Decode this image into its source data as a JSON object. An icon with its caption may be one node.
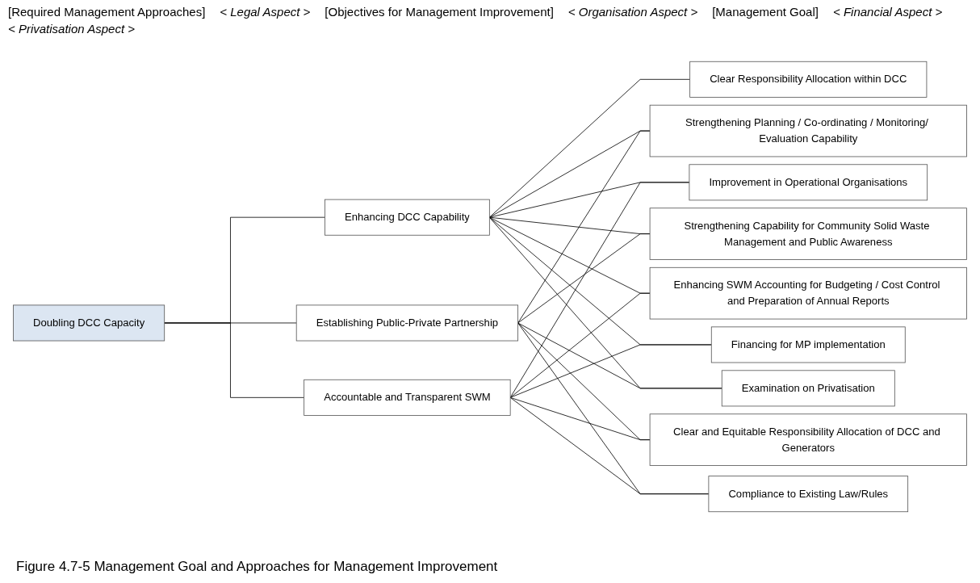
{
  "diagram": {
    "caption": "Figure 4.7-5 Management Goal and Approaches for Management Improvement",
    "nodes": [
      {
        "text": [
          "Doubling DCC Capacity"
        ]
      },
      {
        "text": [
          "Enhancing DCC Capability"
        ]
      },
      {
        "text": [
          "Establishing Public-Private Partnership"
        ]
      },
      {
        "text": [
          "Accountable and Transparent SWM"
        ]
      },
      {
        "text": [
          "Clear and Equitable Responsibility Allocation of DCC and Generators"
        ]
      },
      {
        "text": [
          "Compliance to Existing Law/Rules"
        ]
      },
      {
        "text": [
          "Clear Responsibility Allocation within DCC"
        ]
      },
      {
        "text": [
          "Strengthening Planning / Co-ordinating / Monitoring/ Evaluation Capability"
        ]
      },
      {
        "text": [
          "Improvement in Operational Organisations"
        ]
      },
      {
        "text": [
          "Strengthening Capability for Community Solid Waste Management and Public Awareness"
        ]
      },
      {
        "text": [
          "Enhancing SWM Accounting for Budgeting / Cost Control and Preparation of Annual Reports"
        ]
      },
      {
        "text": [
          "Financing for MP implementation"
        ]
      },
      {
        "text": [
          "Examination on Privatisation"
        ]
      }
    ],
    "edges": [
      {
        "from": 0,
        "to": 1,
        "arrow": "none"
      },
      {
        "from": 0,
        "to": 2,
        "arrow": "none"
      },
      {
        "from": 0,
        "to": 3,
        "arrow": "none"
      },
      {
        "from": 1,
        "to": 6,
        "arrow": "none"
      },
      {
        "from": 1,
        "to": 7,
        "arrow": "none"
      },
      {
        "from": 1,
        "to": 8,
        "arrow": "none"
      },
      {
        "from": 1,
        "to": 9,
        "arrow": "none"
      },
      {
        "from": 1,
        "to": 10,
        "arrow": "none"
      },
      {
        "from": 1,
        "to": 11,
        "arrow": "none"
      },
      {
        "from": 1,
        "to": 12,
        "arrow": "none"
      },
      {
        "from": 2,
        "to": 4,
        "arrow": "none"
      },
      {
        "from": 2,
        "to": 5,
        "arrow": "none"
      },
      {
        "from": 2,
        "to": 7,
        "arrow": "none"
      },
      {
        "from": 2,
        "to": 9,
        "arrow": "none"
      },
      {
        "from": 2,
        "to": 12,
        "arrow": "none"
      },
      {
        "from": 3,
        "to": 4,
        "arrow": "none"
      },
      {
        "from": 3,
        "to": 5,
        "arrow": "none"
      },
      {
        "from": 3,
        "to": 8,
        "arrow": "none"
      },
      {
        "from": 3,
        "to": 10,
        "arrow": "none"
      },
      {
        "from": 3,
        "to": 11,
        "arrow": "none"
      }
    ],
    "labels": [
      "[Required Management Approaches]",
      "< Legal Aspect >",
      "[Objectives for Management Improvement]",
      "< Organisation Aspect >",
      "[Management Goal]",
      "< Financial Aspect >",
      "< Privatisation Aspect >"
    ]
  }
}
